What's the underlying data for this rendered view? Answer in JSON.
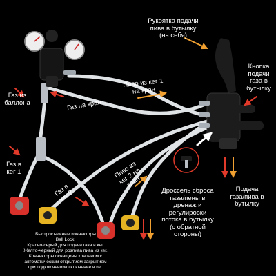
{
  "colors": {
    "background": "#000000",
    "hose": "#dfe3e6",
    "metal": "#b9bec4",
    "arrow_orange": "#f0a030",
    "arrow_red": "#e23a2a",
    "arrow_white": "#ffffff",
    "connector_red": "#d8302a",
    "connector_yellow": "#e6b422",
    "gun_body": "#1c1c1c",
    "regulator_body": "#151515"
  },
  "labels": {
    "handle": "Рукоятка подачи\nпива в бутылку\n(на себя)",
    "button": "Кнопка\nподачи\nгаза в\nбутылку",
    "gas_from_cylinder": "Газ из\nбаллона",
    "gas_to_tap": "Газ на кран",
    "beer_keg1_to_tap": "Пиво из кег 1\nна кран",
    "gas_to_keg1": "Газ в\nкег 1",
    "gas_to_keg2": "Газ в\nкег 2",
    "beer_keg2_to_tap": "Пиво из\nкег 2 на\nкран",
    "throttle": "Дроссель сброса\nгаза/пены в\nдренаж и\nрегулировки\nпотока в бутылку\n(с обратной\nстороны)",
    "supply": "Подача\nгаза/пива в\nбутылку"
  },
  "footnote": "Быстросъемные коннекторы\nBall Lock.\nКрасно-серый для подачи газа в кег.\nЖелто-черный для розлива пива из кег.\nКоннекторы оснащены клапаном с\nавтоматическим открытием закрытием\nпри подключении/отключение в кег."
}
